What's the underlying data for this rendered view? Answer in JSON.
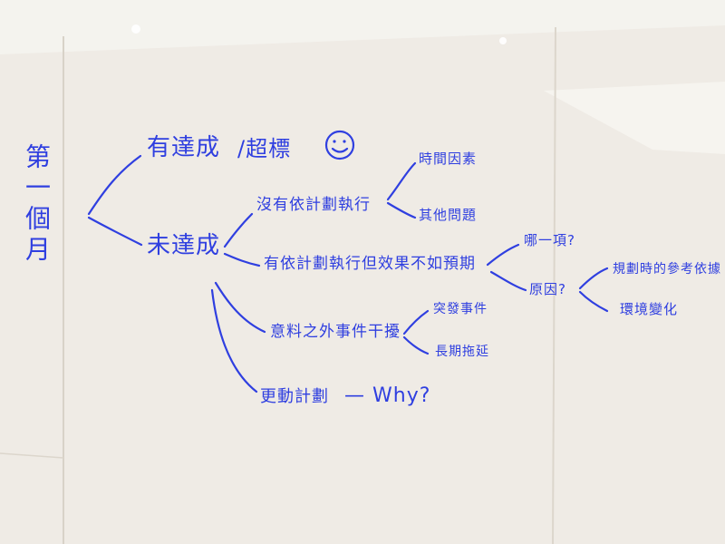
{
  "whiteboard": {
    "ink_color": "#2f3fe0",
    "side_label": "第一個月",
    "branch_achieved": "有達成",
    "achieved_extra": "/超標",
    "smiley_icon": "smiley-face-icon",
    "branch_not_achieved": "未達成",
    "no_plan": "沒有依計劃執行",
    "time_factor": "時間因素",
    "other_issue": "其他問題",
    "plan_not_expected": "有依計劃執行但效果不如預期",
    "which_item": "哪一項?",
    "reason": "原因?",
    "plan_ref": "規劃時的參考依據",
    "env_change": "環境變化",
    "unexpected": "意料之外事件干擾",
    "sudden_event": "突發事件",
    "long_tracking": "長期拖延",
    "change_plan": "更動計劃",
    "why": "— Why?"
  }
}
